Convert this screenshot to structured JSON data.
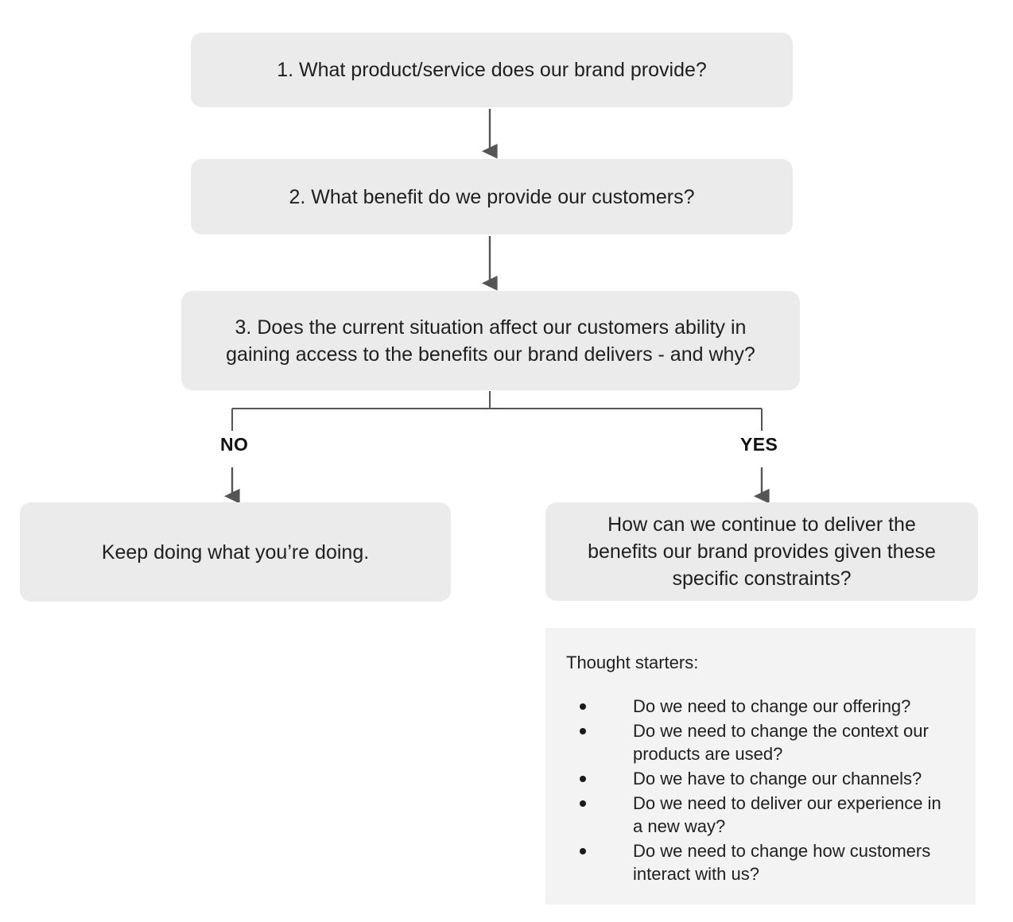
{
  "diagram": {
    "type": "decision-flowchart",
    "background_color": "#ffffff",
    "box_fill_color": "#ebebeb",
    "panel_fill_color": "#f3f3f3",
    "connector_color": "#4d4d4d",
    "text_color": "#1f1f1f"
  },
  "nodes": {
    "q1": "1. What product/service does our brand provide?",
    "q2": "2. What benefit do we provide our customers?",
    "q3": "3. Does the current situation affect our customers ability in\ngaining access to the benefits our brand delivers - and why?",
    "outcome_no": "Keep doing what you’re doing.",
    "outcome_yes": "How can we continue to deliver the\nbenefits our brand provides given these\nspecific constraints?"
  },
  "branches": {
    "no_label": "NO",
    "yes_label": "YES"
  },
  "thought_starters": {
    "title": "Thought starters:",
    "items": [
      "Do we need to change our offering?",
      "Do we need to change the context our products are used?",
      "Do we have to change our channels?",
      "Do we need to deliver our experience in a new way?",
      "Do we need to change how customers interact with us?"
    ]
  }
}
